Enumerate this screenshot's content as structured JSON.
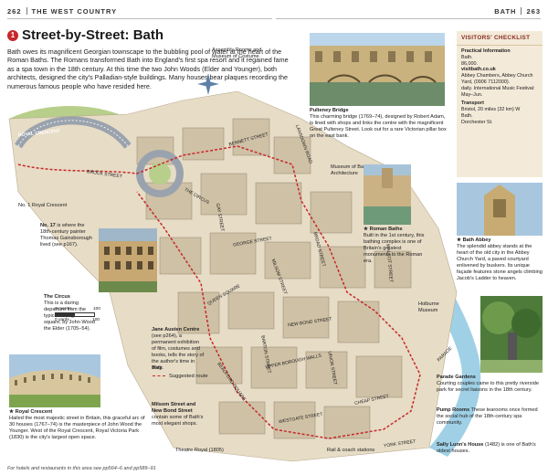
{
  "header": {
    "left_page_num": "262",
    "left_section": "THE WEST COUNTRY",
    "right_section": "BATH",
    "right_page_num": "263"
  },
  "title": {
    "badge": "1",
    "text": "Street-by-Street: Bath"
  },
  "intro": "Bath owes its magnificent Georgian townscape to the bubbling pool of water at the heart of the Roman Baths. The Romans transformed Bath into England's first spa resort and it regained fame as a spa town in the 18th century. At this time the two John Woods (Elder and Younger), both architects, designed the city's Palladian-style buildings. Many houses bear plaques recording the numerous famous people who have resided here.",
  "map_labels": {
    "assembly": "Assembly Rooms and Museum of Costume",
    "royal_crescent_label": "ROYAL CRESCENT",
    "brock_street": "BROCK STREET",
    "the_circus": "THE CIRCUS",
    "bennett_street": "BENNETT STREET",
    "lansdown_road": "LANSDOWN ROAD",
    "george_street": "GEORGE STREET",
    "gay_street": "GAY STREET",
    "broad_street": "BROAD STREET",
    "milsom_street": "MILSOM STREET",
    "new_bond_street": "NEW BOND STREET",
    "queen_square": "QUEEN SQUARE",
    "barton_street": "BARTON STREET",
    "beauford_square": "BEAUFORD SQUARE",
    "union_street": "UNION STREET",
    "upper_borough_walls": "UPPER BOROUGH WALLS",
    "westgate_street": "WESTGATE STREET",
    "cheap_street": "CHEAP STREET",
    "york_street": "YORK STREET",
    "walcot_street": "WALCOT STREET",
    "parade": "PARADE",
    "museum_arch": "Museum of Bath Architecture",
    "no1_royal_crescent": "No. 1 Royal Crescent",
    "holburne": "Holburne Museum",
    "theatre_royal": "Theatre Royal (1805)",
    "rail_coach": "Rail & coach stations"
  },
  "callouts": {
    "no17": {
      "head": "No. 17",
      "text": "is where the 18th-century painter Thomas Gainsborough lived (see p167)."
    },
    "circus": {
      "head": "The Circus",
      "text": "This is a daring departure from the typical Georgian square, by John Wood the Elder (1705–54)."
    },
    "jane_austen": {
      "head": "Jane Austen Centre",
      "text": "(see p264), a permanent exhibition of film, costumes and books, tells the story of the author's time in Bath."
    },
    "milsom": {
      "head": "Milsom Street and New Bond Street",
      "text": "contain some of Bath's most elegant shops."
    },
    "pulteney": {
      "head": "Pulteney Bridge",
      "text": "This charming bridge (1769–74), designed by Robert Adam, is lined with shops and links the centre with the magnificent Great Pulteney Street. Look out for a rare Victorian pillar box on the east bank."
    },
    "roman_baths": {
      "head": "★ Roman Baths",
      "text": "Built in the 1st century, this bathing complex is one of Britain's greatest monuments to the Roman era."
    },
    "bath_abbey": {
      "head": "★ Bath Abbey",
      "text": "The splendid abbey stands at the heart of the old city in the Abbey Church Yard, a paved courtyard enlivened by buskers. Its unique façade features stone angels climbing Jacob's Ladder to heaven."
    },
    "parade_gardens": {
      "head": "Parade Gardens",
      "text": "Courting couples came to this pretty riverside park for secret liaisons in the 18th century."
    },
    "pump_rooms": {
      "head": "Pump Rooms",
      "text": "These tearooms once formed the social hub of the 18th-century spa community."
    },
    "sally_lunn": {
      "head": "Sally Lunn's House",
      "text": "(1482) is one of Bath's oldest houses."
    },
    "royal_crescent": {
      "head": "★ Royal Crescent",
      "text": "Hailed the most majestic street in Britain, this graceful arc of 30 houses (1767–74) is the masterpiece of John Wood the Younger. West of the Royal Crescent, Royal Victoria Park (1830) is the city's largest open space."
    }
  },
  "checklist": {
    "title": "VISITORS' CHECKLIST",
    "practical_head": "Practical Information",
    "practical": [
      "Bath.",
      "86,000.",
      "visitbath.co.uk",
      "Abbey Chambers, Abbey Church Yard, (0906 7112000).",
      "daily. International Music Festival: May–Jun."
    ],
    "transport_head": "Transport",
    "transport": [
      "Bristol, 20 miles (32 km) W",
      "Bath.",
      "Dorchester St."
    ]
  },
  "key": {
    "title": "Key",
    "item": "Suggested route"
  },
  "scale": {
    "metres": "0 metres",
    "metres_val": "100",
    "yards": "0 yards",
    "yards_val": "100"
  },
  "footer": "For hotels and restaurants in this area see pp564–6 and pp589–91",
  "colors": {
    "route": "#c6282b",
    "river": "#9fd0e6",
    "stone": "#e7dcc6",
    "roof": "#9aa3ad",
    "park": "#b7cf8a",
    "panel": "#f4ead9"
  }
}
